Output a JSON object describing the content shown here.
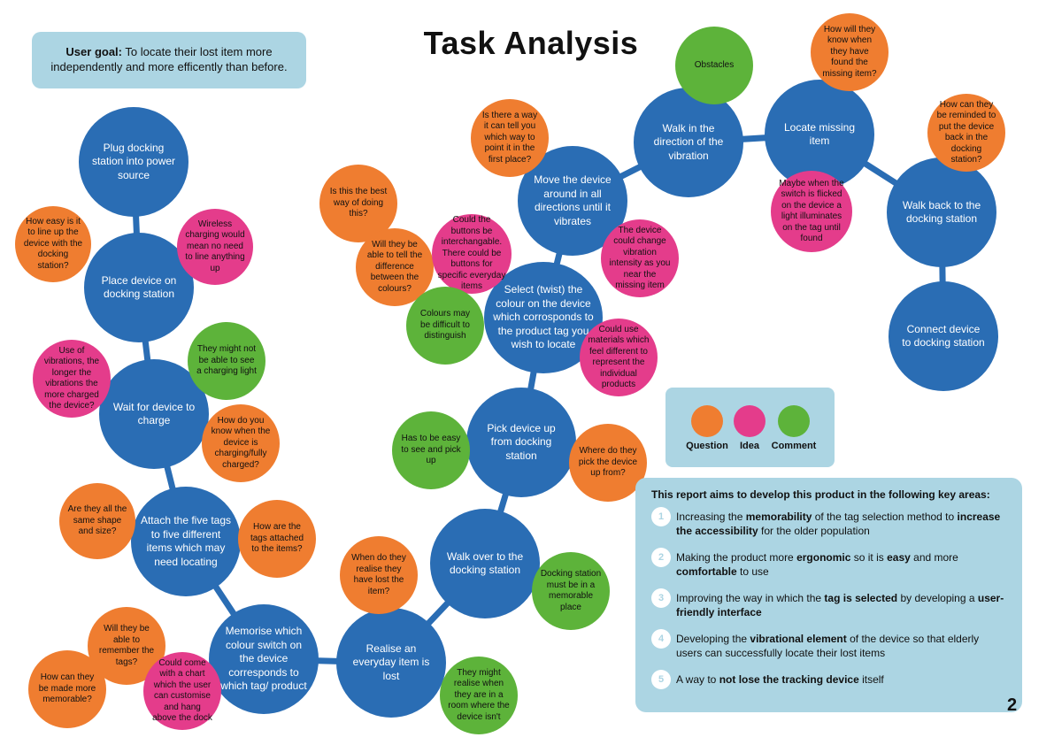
{
  "title": "Task Analysis",
  "goal": {
    "label": "User goal:",
    "text": "To locate their lost item more independently and more efficently than before."
  },
  "colors": {
    "step": "#2a6db4",
    "question": "#ef7d30",
    "idea": "#e43c8b",
    "comment": "#5db33a",
    "panel": "#acd5e3"
  },
  "steps": [
    "Plug docking station into power source",
    "Place device on docking station",
    "Wait for device to charge",
    "Attach the five tags to five different items which may need locating",
    "Memorise which colour switch on the device corresponds to which tag/ product",
    "Realise an everyday item is lost",
    "Walk over to the docking station",
    "Pick device up from docking station",
    "Select (twist) the colour on the device which corrosponds to the product tag you wish to locate",
    "Move the device around in all directions until it vibrates",
    "Walk in the direction of the vibration",
    "Locate missing item",
    "Walk back to the docking station",
    "Connect device to docking station"
  ],
  "notes": [
    {
      "type": "question",
      "text": "How easy is it to line up the device with the docking station?"
    },
    {
      "type": "idea",
      "text": "Wireless charging would mean no need to line anything up"
    },
    {
      "type": "idea",
      "text": "Use of vibrations, the longer the vibrations the more charged the device?"
    },
    {
      "type": "comment",
      "text": "They might not be able to see a charging light"
    },
    {
      "type": "question",
      "text": "How do you know when the device is charging/fully charged?"
    },
    {
      "type": "question",
      "text": "Are they all the same shape and size?"
    },
    {
      "type": "question",
      "text": "How are the tags attached to the items?"
    },
    {
      "type": "question",
      "text": "Will they be able to remember the tags?"
    },
    {
      "type": "question",
      "text": "How can they be made more memorable?"
    },
    {
      "type": "idea",
      "text": "Could come with a chart which the user can customise and hang above the dock"
    },
    {
      "type": "question",
      "text": "When do they realise they have lost the item?"
    },
    {
      "type": "comment",
      "text": "They might realise when they are in a room where the device isn't"
    },
    {
      "type": "comment",
      "text": "Docking station must be in a memorable place"
    },
    {
      "type": "comment",
      "text": "Has to be easy to see and pick up"
    },
    {
      "type": "question",
      "text": "Where do they pick the device up from?"
    },
    {
      "type": "question",
      "text": "Is this the best way of doing this?"
    },
    {
      "type": "question",
      "text": "Will they be able to tell the difference between the colours?"
    },
    {
      "type": "idea",
      "text": "Could the buttons be interchangable. There could be buttons for specific everyday items"
    },
    {
      "type": "comment",
      "text": "Colours may be difficult to distinguish"
    },
    {
      "type": "idea",
      "text": "Could use materials which feel different to represent the individual products"
    },
    {
      "type": "question",
      "text": "Is there a way it can tell you which way to point it in the first place?"
    },
    {
      "type": "idea",
      "text": "The device could change vibration intensity as you near the missing item"
    },
    {
      "type": "comment",
      "text": "Obstacles"
    },
    {
      "type": "question",
      "text": "How will they know when they have found the missing item?"
    },
    {
      "type": "idea",
      "text": "Maybe when the switch is flicked on the device a light illuminates on the tag until found"
    },
    {
      "type": "question",
      "text": "How can they be reminded to put the device back in the docking station?"
    }
  ],
  "legend": [
    "Question",
    "Idea",
    "Comment"
  ],
  "aims": {
    "heading": "This report aims to develop this product in the following key areas:",
    "items": [
      {
        "number": "1",
        "parts": [
          " Increasing the ",
          "memorability",
          " of the tag selection method to ",
          "increase the accessibility",
          " for the older population"
        ]
      },
      {
        "number": "2",
        "parts": [
          "Making the product more ",
          "ergonomic",
          " so it is ",
          "easy",
          " and more ",
          "comfortable",
          " to use"
        ]
      },
      {
        "number": "3",
        "parts": [
          "Improving the way in which the ",
          "tag is selected",
          " by developing a ",
          "user-friendly interface"
        ]
      },
      {
        "number": "4",
        "parts": [
          "Developing the ",
          "vibrational element",
          " of the device so that elderly users can successfully locate their lost items"
        ]
      },
      {
        "number": "5",
        "parts": [
          "A way to ",
          "not lose the tracking device",
          " itself"
        ]
      }
    ]
  },
  "page_number": "2"
}
